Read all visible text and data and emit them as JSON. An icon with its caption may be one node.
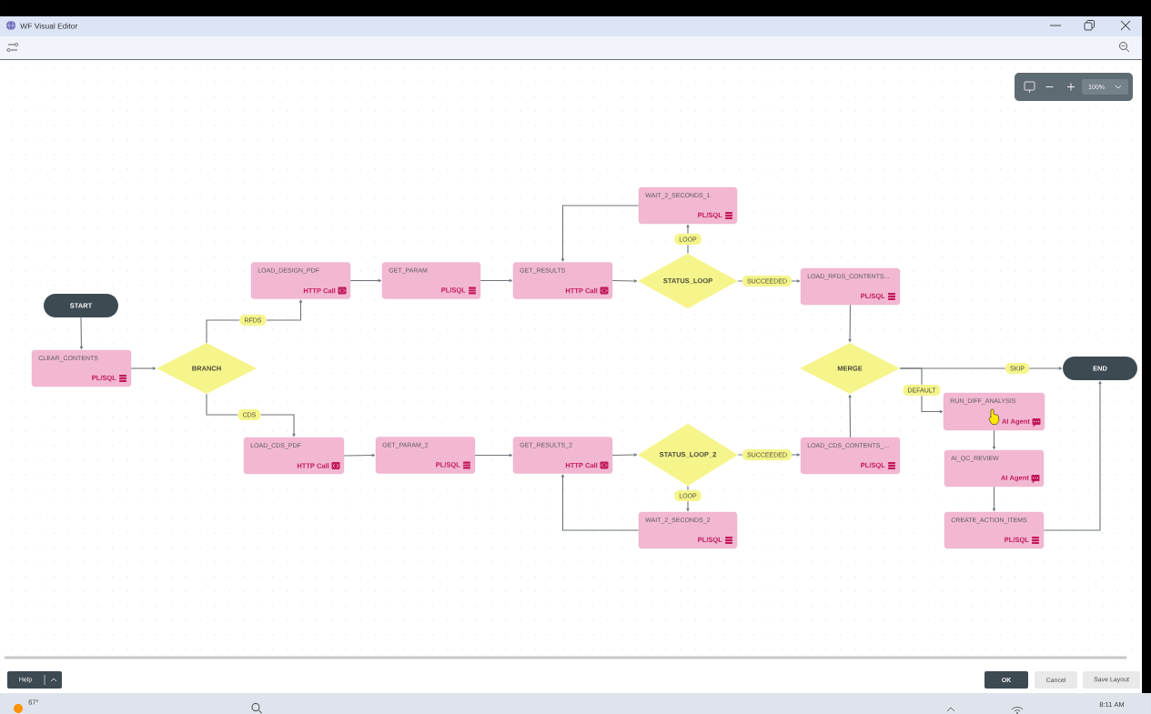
{
  "diagram": {
    "title": "WF Visual Editor",
    "nodes": [
      {
        "text": [
          "START"
        ]
      },
      {
        "text": [
          "CLEAR_CONTENTS",
          "PL/SQL"
        ]
      },
      {
        "text": [
          "BRANCH"
        ]
      },
      {
        "text": [
          "LOAD_DESIGN_PDF",
          "HTTP Call"
        ]
      },
      {
        "text": [
          "GET_PARAM",
          "PL/SQL"
        ]
      },
      {
        "text": [
          "GET_RESULTS",
          "HTTP Call"
        ]
      },
      {
        "text": [
          "WAIT_2_SECONDS_1",
          "PL/SQL"
        ]
      },
      {
        "text": [
          "STATUS_LOOP"
        ]
      },
      {
        "text": [
          "LOAD_RFDS_CONTENTS...",
          "PL/SQL"
        ]
      },
      {
        "text": [
          "LOAD_CDS_PDF",
          "HTTP Call"
        ]
      },
      {
        "text": [
          "GET_PARAM_2",
          "PL/SQL"
        ]
      },
      {
        "text": [
          "GET_RESULTS_2",
          "HTTP Call"
        ]
      },
      {
        "text": [
          "STATUS_LOOP_2"
        ]
      },
      {
        "text": [
          "WAIT_2_SECONDS_2",
          "PL/SQL"
        ]
      },
      {
        "text": [
          "LOAD_CDS_CONTENTS_...",
          "PL/SQL"
        ]
      },
      {
        "text": [
          "MERGE"
        ]
      },
      {
        "text": [
          "END"
        ]
      },
      {
        "text": [
          "RUN_DIFF_ANALYSIS",
          "AI Agent"
        ]
      },
      {
        "text": [
          "AI_QC_REVIEW",
          "AI Agent"
        ]
      },
      {
        "text": [
          "CREATE_ACTION_ITEMS",
          "PL/SQL"
        ]
      }
    ],
    "edges": [
      {
        "from": 0,
        "to": 1,
        "arrow": "to"
      },
      {
        "from": 1,
        "to": 2,
        "arrow": "to"
      },
      {
        "from": 2,
        "to": 3,
        "arrow": "to",
        "label": "RFDS"
      },
      {
        "from": 2,
        "to": 9,
        "arrow": "to",
        "label": "CDS"
      },
      {
        "from": 3,
        "to": 4,
        "arrow": "to"
      },
      {
        "from": 4,
        "to": 5,
        "arrow": "to"
      },
      {
        "from": 5,
        "to": 7,
        "arrow": "to"
      },
      {
        "from": 7,
        "to": 6,
        "arrow": "to",
        "label": "LOOP"
      },
      {
        "from": 6,
        "to": 5,
        "arrow": "to"
      },
      {
        "from": 7,
        "to": 8,
        "arrow": "to",
        "label": "SUCCEEDED"
      },
      {
        "from": 8,
        "to": 15,
        "arrow": "to"
      },
      {
        "from": 9,
        "to": 10,
        "arrow": "to"
      },
      {
        "from": 10,
        "to": 11,
        "arrow": "to"
      },
      {
        "from": 11,
        "to": 12,
        "arrow": "to"
      },
      {
        "from": 12,
        "to": 13,
        "arrow": "to",
        "label": "LOOP"
      },
      {
        "from": 13,
        "to": 11,
        "arrow": "to"
      },
      {
        "from": 12,
        "to": 14,
        "arrow": "to",
        "label": "SUCCEEDED"
      },
      {
        "from": 14,
        "to": 15,
        "arrow": "to"
      },
      {
        "from": 15,
        "to": 16,
        "arrow": "to",
        "label": "SKIP"
      },
      {
        "from": 15,
        "to": 17,
        "arrow": "to",
        "label": "DEFAULT"
      },
      {
        "from": 17,
        "to": 18,
        "arrow": "to"
      },
      {
        "from": 18,
        "to": 19,
        "arrow": "to"
      },
      {
        "from": 19,
        "to": 16,
        "arrow": "to"
      }
    ],
    "labels": [
      "100%",
      "Help",
      "OK",
      "Cancel",
      "Save Layout",
      "67°",
      "8:11 AM"
    ]
  }
}
